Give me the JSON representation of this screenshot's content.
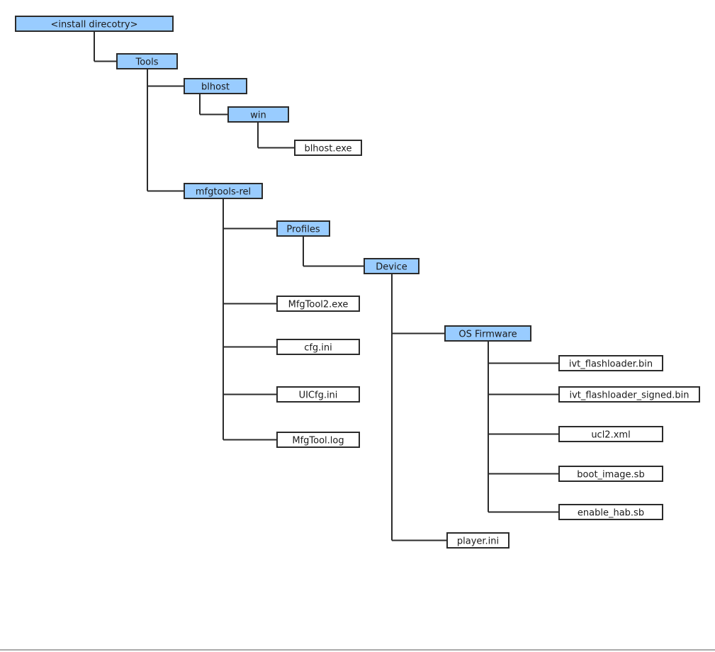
{
  "colors": {
    "folder_fill": "#99ccff",
    "file_fill": "#ffffff",
    "outline": "#2b2b2b",
    "connector": "#2b2b2b"
  },
  "nodes": [
    {
      "id": "install-directory",
      "label": "<install direcotry>",
      "type": "folder"
    },
    {
      "id": "tools",
      "label": "Tools",
      "type": "folder"
    },
    {
      "id": "blhost",
      "label": "blhost",
      "type": "folder"
    },
    {
      "id": "win",
      "label": "win",
      "type": "folder"
    },
    {
      "id": "blhost-exe",
      "label": "blhost.exe",
      "type": "file"
    },
    {
      "id": "mfgtools-rel",
      "label": "mfgtools-rel",
      "type": "folder"
    },
    {
      "id": "profiles",
      "label": "Profiles",
      "type": "folder"
    },
    {
      "id": "device",
      "label": "Device",
      "type": "folder"
    },
    {
      "id": "mfgtool2-exe",
      "label": "MfgTool2.exe",
      "type": "file"
    },
    {
      "id": "cfg-ini",
      "label": "cfg.ini",
      "type": "file"
    },
    {
      "id": "uicfg-ini",
      "label": "UICfg.ini",
      "type": "file"
    },
    {
      "id": "mfgtool-log",
      "label": "MfgTool.log",
      "type": "file"
    },
    {
      "id": "os-firmware",
      "label": "OS Firmware",
      "type": "folder"
    },
    {
      "id": "ivt-flashloader-bin",
      "label": "ivt_flashloader.bin",
      "type": "file"
    },
    {
      "id": "ivt-flashloader-signed-bin",
      "label": "ivt_flashloader_signed.bin",
      "type": "file"
    },
    {
      "id": "ucl2-xml",
      "label": "ucl2.xml",
      "type": "file"
    },
    {
      "id": "boot-image-sb",
      "label": "boot_image.sb",
      "type": "file"
    },
    {
      "id": "enable-hab-sb",
      "label": "enable_hab.sb",
      "type": "file"
    },
    {
      "id": "player-ini",
      "label": "player.ini",
      "type": "file"
    }
  ],
  "edges": [
    [
      "install-directory",
      "tools"
    ],
    [
      "tools",
      "blhost"
    ],
    [
      "tools",
      "mfgtools-rel"
    ],
    [
      "blhost",
      "win"
    ],
    [
      "win",
      "blhost-exe"
    ],
    [
      "mfgtools-rel",
      "profiles"
    ],
    [
      "mfgtools-rel",
      "mfgtool2-exe"
    ],
    [
      "mfgtools-rel",
      "cfg-ini"
    ],
    [
      "mfgtools-rel",
      "uicfg-ini"
    ],
    [
      "mfgtools-rel",
      "mfgtool-log"
    ],
    [
      "profiles",
      "device"
    ],
    [
      "device",
      "os-firmware"
    ],
    [
      "device",
      "player-ini"
    ],
    [
      "os-firmware",
      "ivt-flashloader-bin"
    ],
    [
      "os-firmware",
      "ivt-flashloader-signed-bin"
    ],
    [
      "os-firmware",
      "ucl2-xml"
    ],
    [
      "os-firmware",
      "boot-image-sb"
    ],
    [
      "os-firmware",
      "enable-hab-sb"
    ]
  ]
}
